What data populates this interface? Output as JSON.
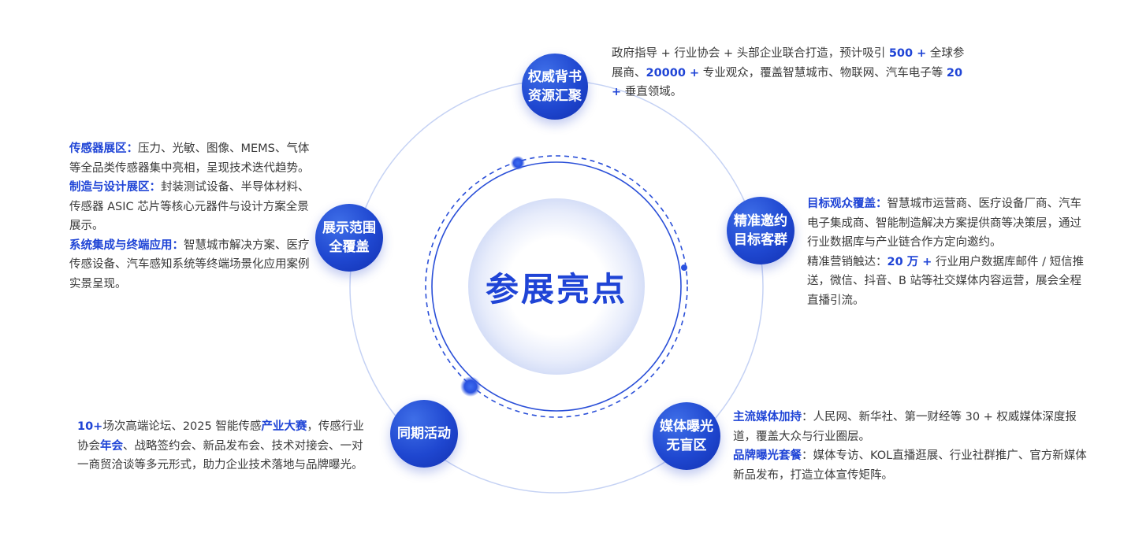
{
  "center": {
    "title": "参展亮点"
  },
  "nodes": {
    "authority": {
      "line1": "权威背书",
      "line2": "资源汇聚"
    },
    "audience": {
      "line1": "精准邀约",
      "line2": "目标客群"
    },
    "media": {
      "line1": "媒体曝光",
      "line2": "无盲区"
    },
    "events": {
      "line1": "同期活动"
    },
    "scope": {
      "line1": "展示范围",
      "line2": "全覆盖"
    }
  },
  "authority_desc": {
    "t1": "政府指导 + 行业协会 + 头部企业联合打造，预计吸引 ",
    "n1": "500 +",
    "t2": " 全球参展商、",
    "n2": "20000 +",
    "t3": " 专业观众，覆盖智慧城市、物联网、汽车电子等 ",
    "n3": "20 +",
    "t4": " 垂直领域。"
  },
  "scope_desc": {
    "p1_label": "传感器展区：",
    "p1_text": "压力、光敏、图像、MEMS、气体等全品类传感器集中亮相，呈现技术迭代趋势。",
    "p2_label": "制造与设计展区：",
    "p2_text": "封装测试设备、半导体材料、传感器 ASIC 芯片等核心元器件与设计方案全景展示。",
    "p3_label": "系统集成与终端应用：",
    "p3_text": "智慧城市解决方案、医疗传感设备、汽车感知系统等终端场景化应用案例实景呈现。"
  },
  "audience_desc": {
    "p1_label": "目标观众覆盖：",
    "p1_text": "智慧城市运营商、医疗设备厂商、汽车电子集成商、智能制造解决方案提供商等决策层，通过行业数据库与产业链合作方定向邀约。",
    "p2_text1": "精准营销触达：",
    "p2_num": "20 万 +",
    "p2_text2": " 行业用户数据库邮件 / 短信推送，微信、抖音、B 站等社交媒体内容运营，展会全程直播引流。"
  },
  "media_desc": {
    "p1_label": "主流媒体加持",
    "p1_text": "：人民网、新华社、第一财经等 30 + 权威媒体深度报道，覆盖大众与行业圈层。",
    "p2_label": "品牌曝光套餐",
    "p2_text": "：媒体专访、KOL直播逛展、行业社群推广、官方新媒体新品发布，打造立体宣传矩阵。"
  },
  "events_desc": {
    "n1": "10+",
    "t1": "场次高端论坛、2025 智能传感",
    "h1": "产业大赛",
    "t2": "，传感行业协会",
    "h2": "年会",
    "t3": "、战略签约会、新品发布会、技术对接会、一对一商贸洽谈等多元形式，助力企业技术落地与品牌曝光。"
  },
  "colors": {
    "accent": "#1f44d6",
    "node_fill": "#2148d4",
    "ring": "#b9c8f2",
    "text": "#3a3a3a"
  }
}
